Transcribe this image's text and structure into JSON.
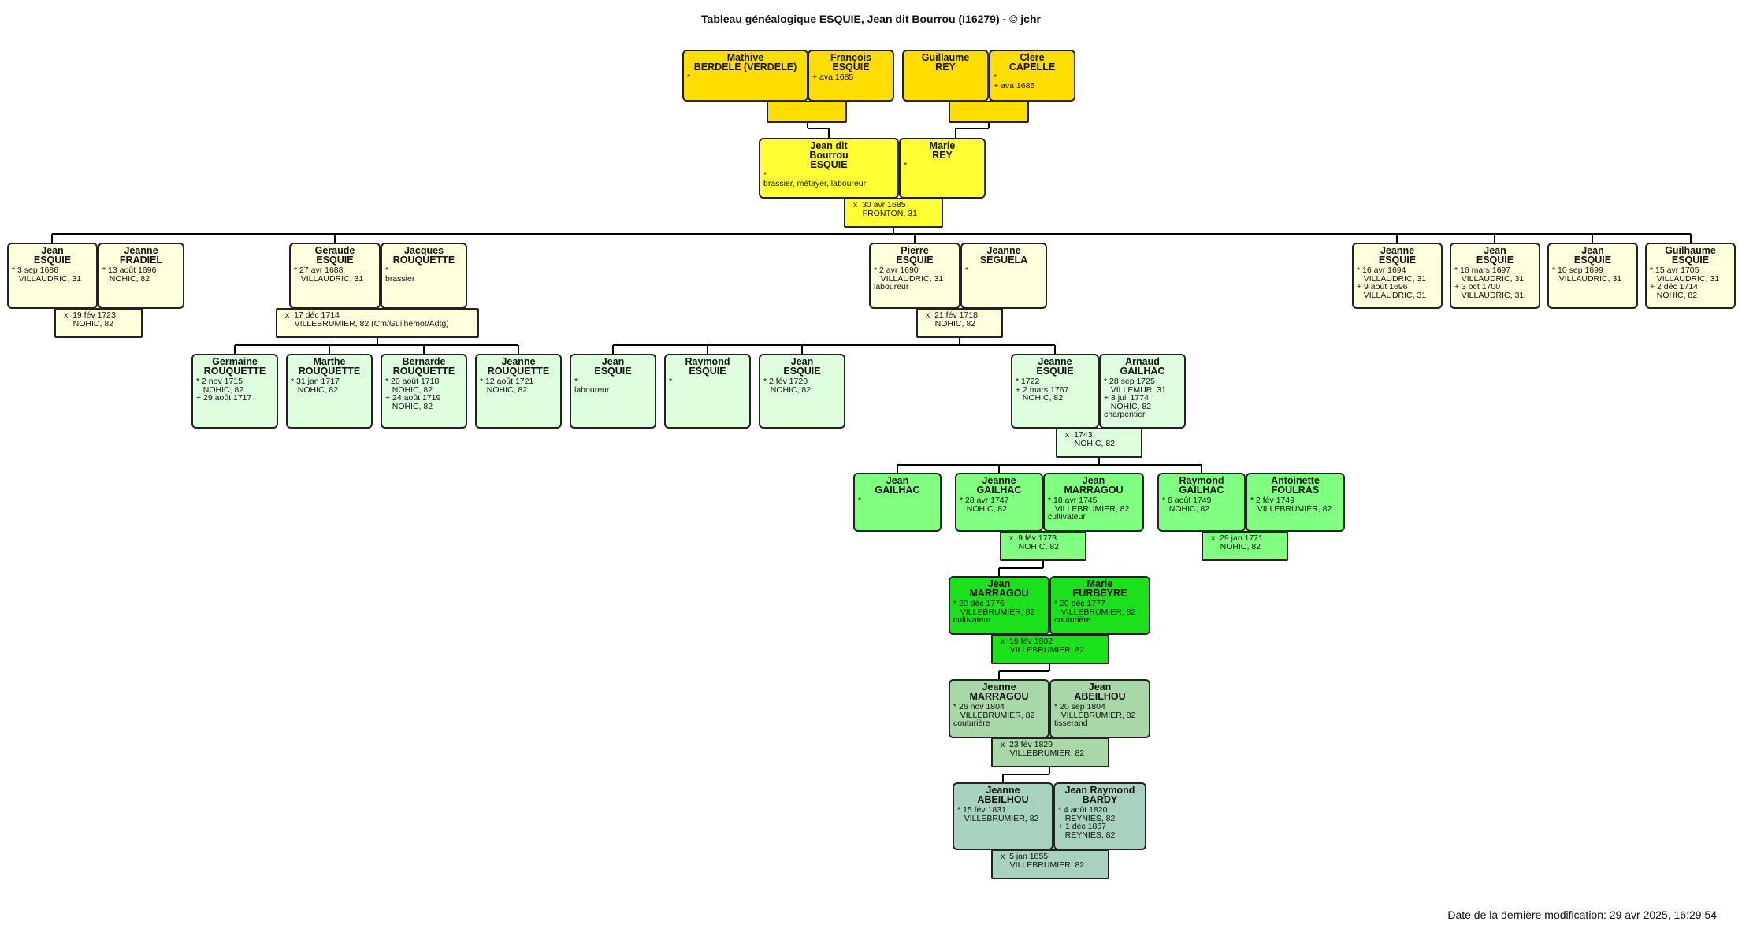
{
  "header": {
    "title": "Tableau généalogique ESQUIE, Jean dit Bourrou (I16279) - © jchr"
  },
  "footer": {
    "modified": "Date de la dernière modification: 29 avr 2025, 16:29:54"
  },
  "colors": {
    "gen_grandparents": "#ffdd00",
    "gen_subject": "#ffff33",
    "gen_children": "#ffffdd",
    "gen_grandchildren": "#ddffdd",
    "gen_great_grandchildren": "#80ff80",
    "gen_4": "#1be01b",
    "gen_5": "#a8d8a8",
    "gen_6": "#a6d2be",
    "line": "#000000"
  },
  "persons": [
    {
      "id": "p1",
      "name": "Mathive",
      "surname": "BERDELE (VERDELE)",
      "details": "*"
    },
    {
      "id": "p2",
      "name": "François",
      "surname": "ESQUIE",
      "details": "+ ava 1685"
    },
    {
      "id": "p3",
      "name": "Guillaume",
      "surname": "REY",
      "details": ""
    },
    {
      "id": "p4",
      "name": "Clere",
      "surname": "CAPELLE",
      "details": "*\n+ ava 1685"
    },
    {
      "id": "p5",
      "name": "Jean dit\nBourrou",
      "surname": "ESQUIE",
      "details": "*\nbrassier, métayer, laboureur"
    },
    {
      "id": "p6",
      "name": "Marie",
      "surname": "REY",
      "details": "*"
    },
    {
      "id": "p7",
      "name": "Jean",
      "surname": "ESQUIE",
      "details": "* 3 sep 1686\n   VILLAUDRIC, 31"
    },
    {
      "id": "p8",
      "name": "Jeanne",
      "surname": "FRADIEL",
      "details": "* 13 août 1696\n   NOHIC, 82"
    },
    {
      "id": "p9",
      "name": "Geraude",
      "surname": "ESQUIE",
      "details": "* 27 avr 1688\n   VILLAUDRIC, 31"
    },
    {
      "id": "p10",
      "name": "Jacques",
      "surname": "ROUQUETTE",
      "details": "*\nbrassier"
    },
    {
      "id": "p11",
      "name": "Pierre",
      "surname": "ESQUIE",
      "details": "* 2 avr 1690\n   VILLAUDRIC, 31\nlaboureur"
    },
    {
      "id": "p12",
      "name": "Jeanne",
      "surname": "SEGUELA",
      "details": "*"
    },
    {
      "id": "p13",
      "name": "Jeanne",
      "surname": "ESQUIE",
      "details": "* 16 avr 1694\n   VILLAUDRIC, 31\n+ 9 août 1696\n   VILLAUDRIC, 31"
    },
    {
      "id": "p14",
      "name": "Jean",
      "surname": "ESQUIE",
      "details": "* 16 mars 1697\n   VILLAUDRIC, 31\n+ 3 oct 1700\n   VILLAUDRIC, 31"
    },
    {
      "id": "p15",
      "name": "Jean",
      "surname": "ESQUIE",
      "details": "* 10 sep 1699\n   VILLAUDRIC, 31"
    },
    {
      "id": "p16",
      "name": "Guilhaume",
      "surname": "ESQUIE",
      "details": "* 15 avr 1705\n   VILLAUDRIC, 31\n+ 2 déc 1714\n   NOHIC, 82"
    },
    {
      "id": "p17",
      "name": "Germaine",
      "surname": "ROUQUETTE",
      "details": "* 2 nov 1715\n   NOHIC, 82\n+ 29 août 1717"
    },
    {
      "id": "p18",
      "name": "Marthe",
      "surname": "ROUQUETTE",
      "details": "* 31 jan 1717\n   NOHIC, 82"
    },
    {
      "id": "p19",
      "name": "Bernarde",
      "surname": "ROUQUETTE",
      "details": "* 20 août 1718\n   NOHIC, 82\n+ 24 août 1719\n   NOHIC, 82"
    },
    {
      "id": "p20",
      "name": "Jeanne",
      "surname": "ROUQUETTE",
      "details": "* 12 août 1721\n   NOHIC, 82"
    },
    {
      "id": "p21",
      "name": "Jean",
      "surname": "ESQUIE",
      "details": "*\nlaboureur"
    },
    {
      "id": "p22",
      "name": "Raymond",
      "surname": "ESQUIE",
      "details": "*"
    },
    {
      "id": "p23",
      "name": "Jean",
      "surname": "ESQUIE",
      "details": "* 2 fév 1720\n   NOHIC, 82"
    },
    {
      "id": "p24",
      "name": "Jeanne",
      "surname": "ESQUIE",
      "details": "* 1722\n+ 2 mars 1767\n   NOHIC, 82"
    },
    {
      "id": "p25",
      "name": "Arnaud",
      "surname": "GAILHAC",
      "details": "* 28 sep 1725\n   VILLEMUR, 31\n+ 8 juil 1774\n   NOHIC, 82\ncharpentier"
    },
    {
      "id": "p26",
      "name": "Jean",
      "surname": "GAILHAC",
      "details": "*"
    },
    {
      "id": "p27",
      "name": "Jeanne",
      "surname": "GAILHAC",
      "details": "* 28 avr 1747\n   NOHIC, 82"
    },
    {
      "id": "p28",
      "name": "Jean",
      "surname": "MARRAGOU",
      "details": "* 18 avr 1745\n   VILLEBRUMIER, 82\ncultivateur"
    },
    {
      "id": "p29",
      "name": "Raymond",
      "surname": "GAILHAC",
      "details": "* 6 août 1749\n   NOHIC, 82"
    },
    {
      "id": "p30",
      "name": "Antoinette",
      "surname": "FOULRAS",
      "details": "* 2 fév 1749\n   VILLEBRUMIER, 82"
    },
    {
      "id": "p31",
      "name": "Jean",
      "surname": "MARRAGOU",
      "details": "* 20 déc 1776\n   VILLEBRUMIER, 82\ncultivateur"
    },
    {
      "id": "p32",
      "name": "Marie",
      "surname": "FURBEYRE",
      "details": "* 20 déc 1777\n   VILLEBRUMIER, 82\ncouturière"
    },
    {
      "id": "p33",
      "name": "Jeanne",
      "surname": "MARRAGOU",
      "details": "* 26 nov 1804\n   VILLEBRUMIER, 82\ncouturière"
    },
    {
      "id": "p34",
      "name": "Jean",
      "surname": "ABEILHOU",
      "details": "* 20 sep 1804\n   VILLEBRUMIER, 82\ntisserand"
    },
    {
      "id": "p35",
      "name": "Jeanne",
      "surname": "ABEILHOU",
      "details": "* 15 fév 1831\n   VILLEBRUMIER, 82"
    },
    {
      "id": "p36",
      "name": "Jean Raymond",
      "surname": "BARDY",
      "details": "* 4 août 1820\n   REYNIES, 82\n+ 1 déc 1867\n   REYNIES, 82"
    }
  ],
  "couples": [
    {
      "id": "c1",
      "text": ""
    },
    {
      "id": "c2",
      "text": ""
    },
    {
      "id": "c3",
      "text": "x  30 avr 1685\n    FRONTON, 31"
    },
    {
      "id": "c4",
      "text": "x  19 fév 1723\n    NOHIC, 82"
    },
    {
      "id": "c5",
      "text": "x  17 déc 1714\n    VILLEBRUMIER, 82 (Cm/Guilhemot/Adtg)"
    },
    {
      "id": "c6",
      "text": "x  21 fév 1718\n    NOHIC, 82"
    },
    {
      "id": "c7",
      "text": "x  1743\n    NOHIC, 82"
    },
    {
      "id": "c8",
      "text": "x  9 fév 1773\n    NOHIC, 82"
    },
    {
      "id": "c9",
      "text": "x  29 jan 1771\n    NOHIC, 82"
    },
    {
      "id": "c10",
      "text": "x  19 fév 1802\n    VILLEBRUMIER, 82"
    },
    {
      "id": "c11",
      "text": "x  23 fév 1829\n    VILLEBRUMIER, 82"
    },
    {
      "id": "c12",
      "text": "x  5 jan 1855\n    VILLEBRUMIER, 82"
    }
  ]
}
